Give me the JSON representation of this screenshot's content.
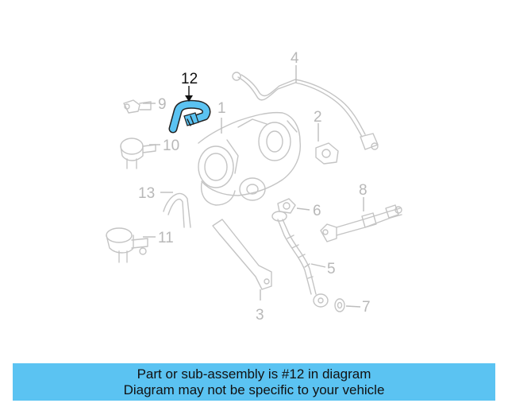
{
  "callouts": {
    "c1": "1",
    "c2": "2",
    "c3": "3",
    "c4": "4",
    "c5": "5",
    "c6": "6",
    "c7": "7",
    "c8": "8",
    "c9": "9",
    "c10": "10",
    "c11": "11",
    "c12": "12",
    "c13": "13"
  },
  "highlight": {
    "part_number": "12",
    "color": "#5bc3f2"
  },
  "colors": {
    "part_line": "#c4c4c4",
    "label_muted": "#b8b8b8",
    "banner_bg": "#5bc3f2"
  },
  "banner": {
    "line1": "Part or sub-assembly is #12 in diagram",
    "line2": "Diagram may not be specific to your vehicle"
  }
}
